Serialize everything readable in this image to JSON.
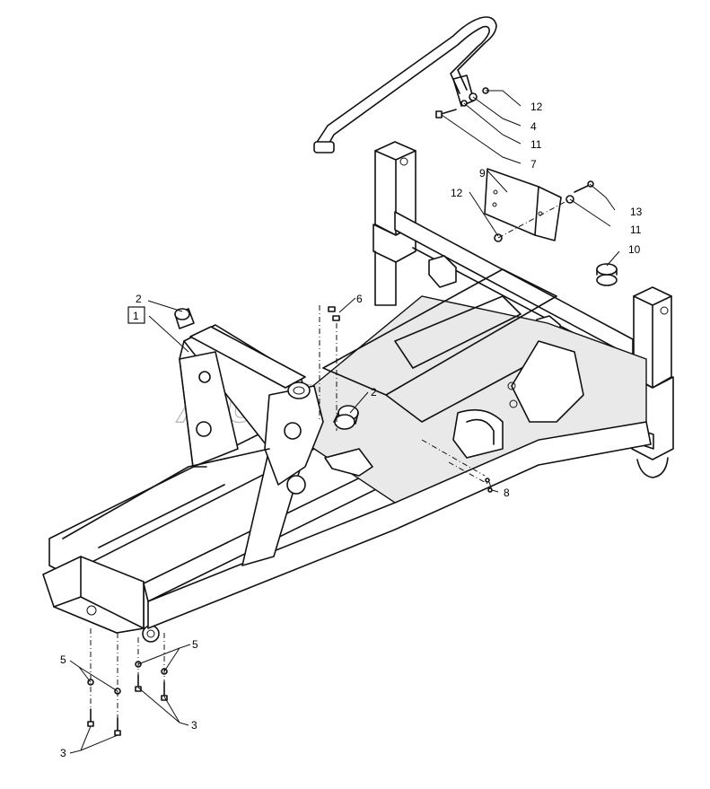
{
  "watermark": "AutoSoft",
  "callouts": {
    "boxed_1": "1",
    "c2a": "2",
    "c2b": "2",
    "c3a": "3",
    "c3b": "3",
    "c4": "4",
    "c5a": "5",
    "c5b": "5",
    "c6": "6",
    "c7": "7",
    "c8": "8",
    "c9": "9",
    "c10": "10",
    "c11a": "11",
    "c11b": "11",
    "c12a": "12",
    "c12b": "12",
    "c13": "13"
  }
}
